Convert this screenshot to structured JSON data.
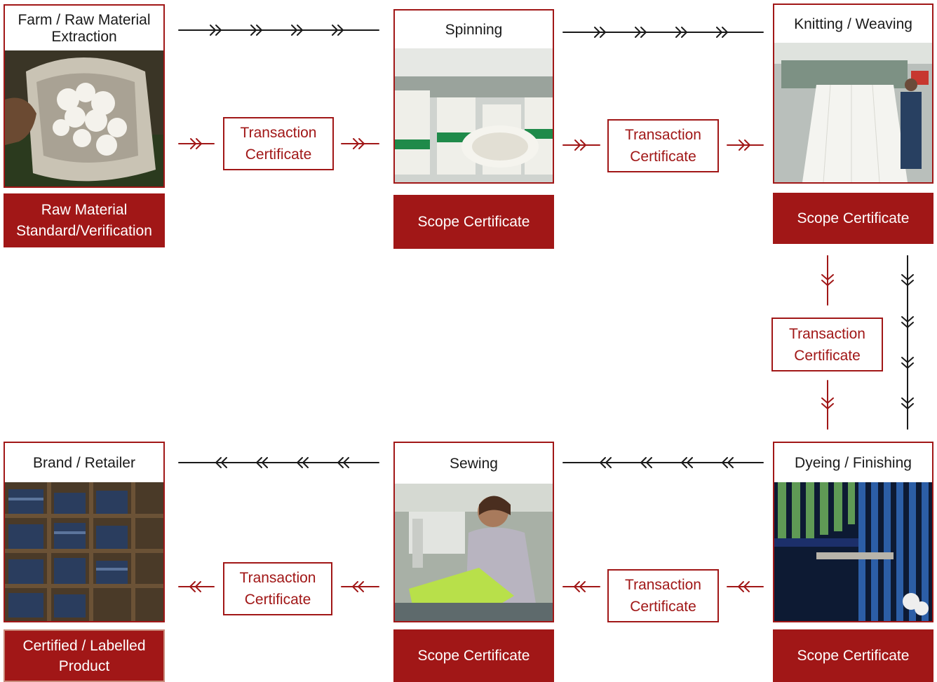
{
  "colors": {
    "brand_red": "#a11717",
    "flow_black": "#1a1a1a"
  },
  "stages": {
    "farm": {
      "title": "Farm / Raw Material\nExtraction",
      "icon": "cotton-sack-photo",
      "certificate": "Raw Material\nStandard/Verification"
    },
    "spinning": {
      "title": "Spinning",
      "icon": "yarn-spools-photo",
      "certificate": "Scope Certificate"
    },
    "knitting": {
      "title": "Knitting / Weaving",
      "icon": "knitting-machine-photo",
      "certificate": "Scope Certificate"
    },
    "dyeing": {
      "title": "Dyeing / Finishing",
      "icon": "dyeing-machine-photo",
      "certificate": "Scope Certificate"
    },
    "sewing": {
      "title": "Sewing",
      "icon": "sewing-worker-photo",
      "certificate": "Scope Certificate"
    },
    "brand": {
      "title": "Brand / Retailer",
      "icon": "denim-shelves-photo",
      "certificate": "Certified / Labelled\nProduct"
    }
  },
  "transactions": {
    "farm_spinning": "Transaction\nCertificate",
    "spinning_knitting": "Transaction\nCertificate",
    "knitting_dyeing": "Transaction\nCertificate",
    "dyeing_sewing": "Transaction\nCertificate",
    "sewing_brand": "Transaction\nCertificate"
  }
}
